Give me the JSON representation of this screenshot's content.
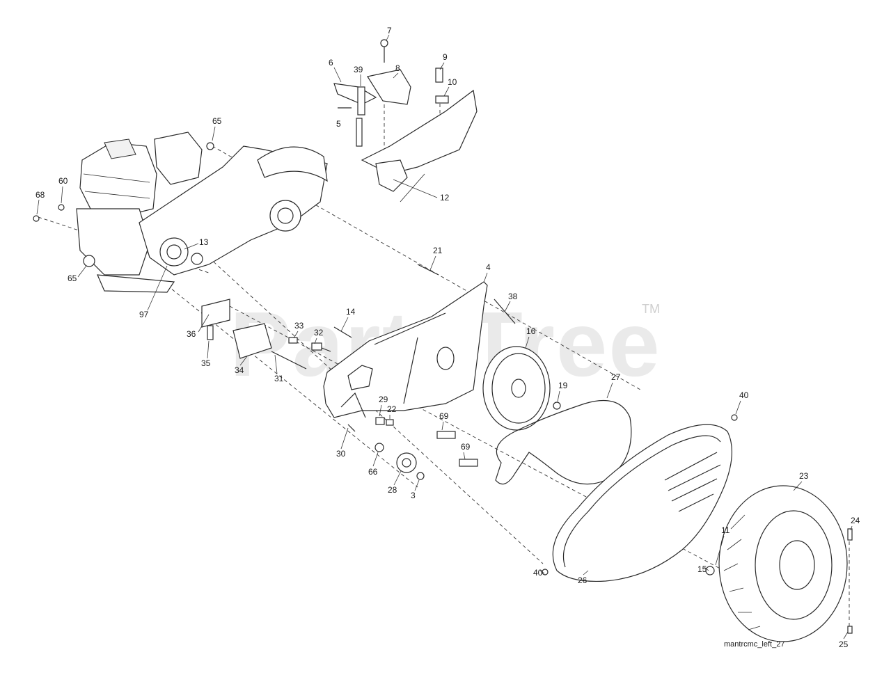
{
  "diagram": {
    "watermark": "PartsTree",
    "watermark_mark": "TM",
    "caption": "mantrcmc_left_27",
    "callouts": [
      "7",
      "6",
      "39",
      "8",
      "9",
      "10",
      "5",
      "65",
      "68",
      "60",
      "12",
      "13",
      "21",
      "4",
      "65",
      "97",
      "38",
      "14",
      "36",
      "33",
      "32",
      "16",
      "35",
      "34",
      "31",
      "27",
      "19",
      "40",
      "29",
      "22",
      "69",
      "30",
      "66",
      "69",
      "28",
      "3",
      "23",
      "24",
      "11",
      "15",
      "40",
      "26",
      "25"
    ]
  }
}
